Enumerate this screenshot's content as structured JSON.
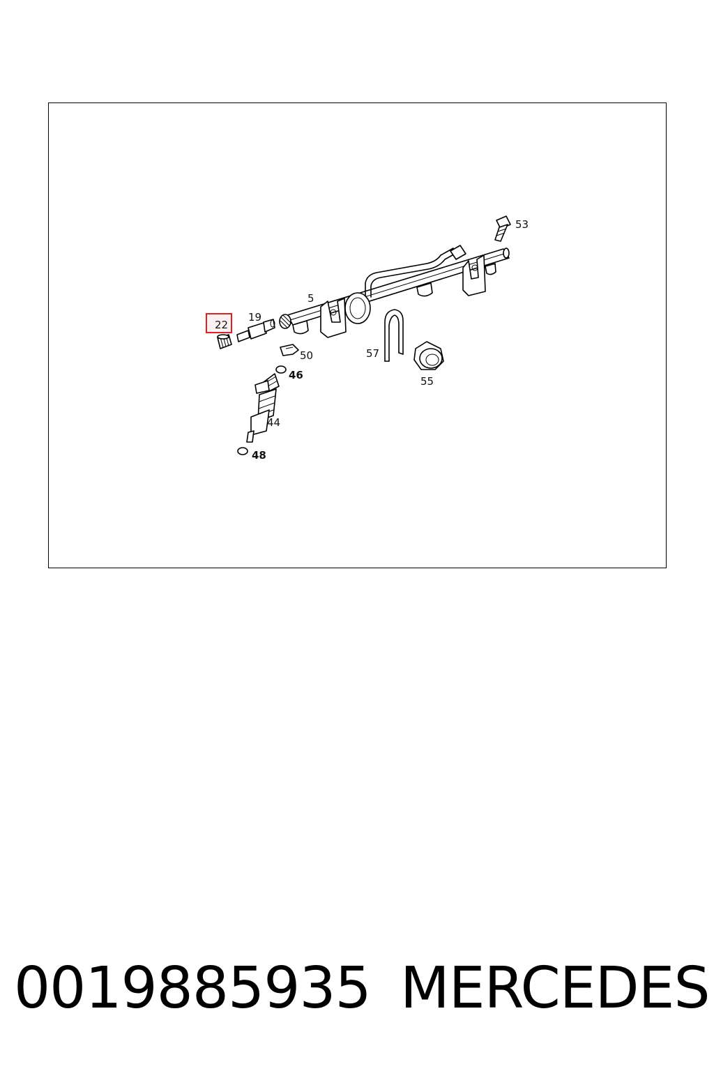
{
  "diagram": {
    "callouts": {
      "c5": "5",
      "c19": "19",
      "c22": "22",
      "c44": "44",
      "c46": "46",
      "c48": "48",
      "c50": "50",
      "c53": "53",
      "c55": "55",
      "c57": "57"
    },
    "highlighted_callout": "22",
    "highlight_color": "#e02020"
  },
  "caption": {
    "part_number": "0019885935",
    "brand": "MERCEDES"
  }
}
